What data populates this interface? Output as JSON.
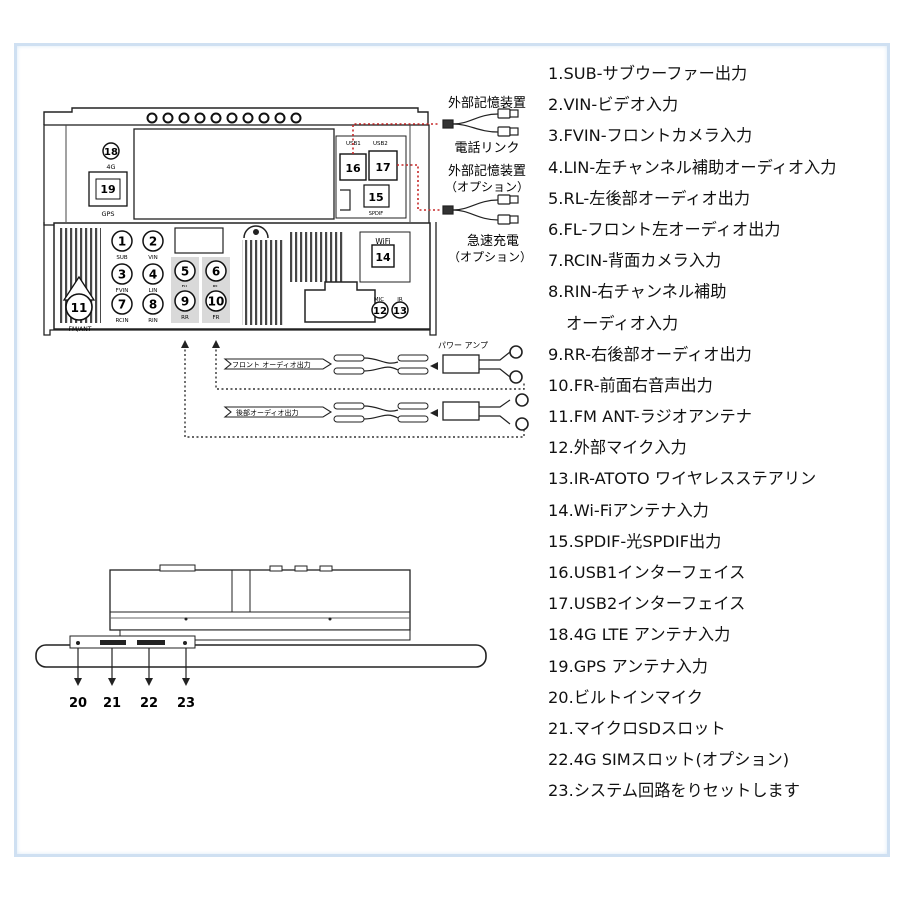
{
  "diagram": {
    "front_connectors": [
      {
        "num": "1",
        "label": "SUB"
      },
      {
        "num": "2",
        "label": "VIN"
      },
      {
        "num": "3",
        "label": "FVIN"
      },
      {
        "num": "4",
        "label": "LIN"
      },
      {
        "num": "5",
        "label": "RL"
      },
      {
        "num": "6",
        "label": "FL"
      },
      {
        "num": "7",
        "label": "RCIN"
      },
      {
        "num": "8",
        "label": "RIN"
      },
      {
        "num": "9",
        "label": "RR"
      },
      {
        "num": "10",
        "label": "FR"
      }
    ],
    "port_18": {
      "num": "18",
      "label": "4G"
    },
    "port_19": {
      "num": "19",
      "label": "GPS"
    },
    "port_16": {
      "num": "16",
      "label": "USB1"
    },
    "port_17": {
      "num": "17",
      "label": "USB2"
    },
    "port_15": {
      "num": "15",
      "label": "SPDIF"
    },
    "port_14": {
      "num": "14",
      "label": "WiFi"
    },
    "port_11": {
      "num": "11",
      "label": "FM/ANT"
    },
    "port_12": {
      "num": "12",
      "label": "MIC"
    },
    "port_13": {
      "num": "13",
      "label": "IR"
    },
    "callouts": {
      "ext_storage": "外部記憶装置",
      "phone_link": "電話リンク",
      "ext_storage_opt_1": "外部記憶装置",
      "ext_storage_opt_2": "（オプション）",
      "fast_charge_1": "急速充電",
      "fast_charge_2": "（オプション）",
      "power_amp": "パワー アンプ",
      "front_audio_out": "フロント オーディオ出力",
      "rear_audio_out": "後部オーディオ出力"
    },
    "side_numbers": [
      "20",
      "21",
      "22",
      "23"
    ]
  },
  "legend": [
    "1.SUB-サブウーファー出力",
    "2.VIN-ビデオ入力",
    "3.FVIN-フロントカメラ入力",
    "4.LIN-左チャンネル補助オーディオ入力",
    "5.RL-左後部オーディオ出力",
    "6.FL-フロント左オーディオ出力",
    "7.RCIN-背面カメラ入力",
    "8.RIN-右チャンネル補助",
    "オーディオ入力",
    "9.RR-右後部オーディオ出力",
    "10.FR-前面右音声出力",
    "11.FM ANT-ラジオアンテナ",
    "12.外部マイク入力",
    "13.IR-ATOTO ワイヤレスステアリン",
    "14.Wi-Fiアンテナ入力",
    "15.SPDIF-光SPDIF出力",
    "16.USB1インターフェイス",
    "17.USB2インターフェイス",
    "18.4G LTE アンテナ入力",
    "19.GPS アンテナ入力",
    "20.ビルトインマイク",
    "21.マイクロSDスロット",
    "22.4G SIMスロット(オプション)",
    "23.システム回路をりセットします"
  ],
  "colors": {
    "frame": "#cfe0f2",
    "dotted_red": "#c62828",
    "line": "#222222"
  }
}
